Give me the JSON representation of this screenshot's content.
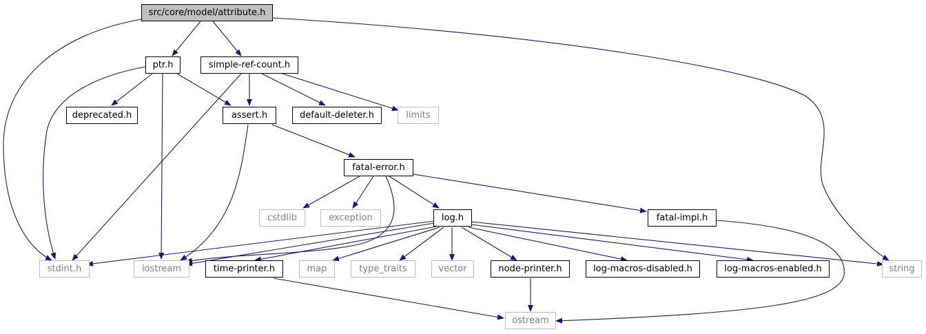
{
  "colors": {
    "edge": "#191970",
    "root_fill": "#bfbfbf",
    "file_border": "#000000",
    "system_border": "#bfbfbf",
    "system_text": "#7f7f7f"
  },
  "nodes": {
    "attribute_h": "src/core/model/attribute.h",
    "ptr_h": "ptr.h",
    "simple_ref_count_h": "simple-ref-count.h",
    "deprecated_h": "deprecated.h",
    "assert_h": "assert.h",
    "default_deleter_h": "default-deleter.h",
    "limits": "limits",
    "fatal_error_h": "fatal-error.h",
    "cstdlib": "cstdlib",
    "exception": "exception",
    "log_h": "log.h",
    "fatal_impl_h": "fatal-impl.h",
    "stdint_h": "stdint.h",
    "iostream": "iostream",
    "time_printer_h": "time-printer.h",
    "map": "map",
    "type_traits": "type_traits",
    "vector": "vector",
    "node_printer_h": "node-printer.h",
    "log_macros_disabled_h": "log-macros-disabled.h",
    "log_macros_enabled_h": "log-macros-enabled.h",
    "string": "string",
    "ostream": "ostream"
  }
}
